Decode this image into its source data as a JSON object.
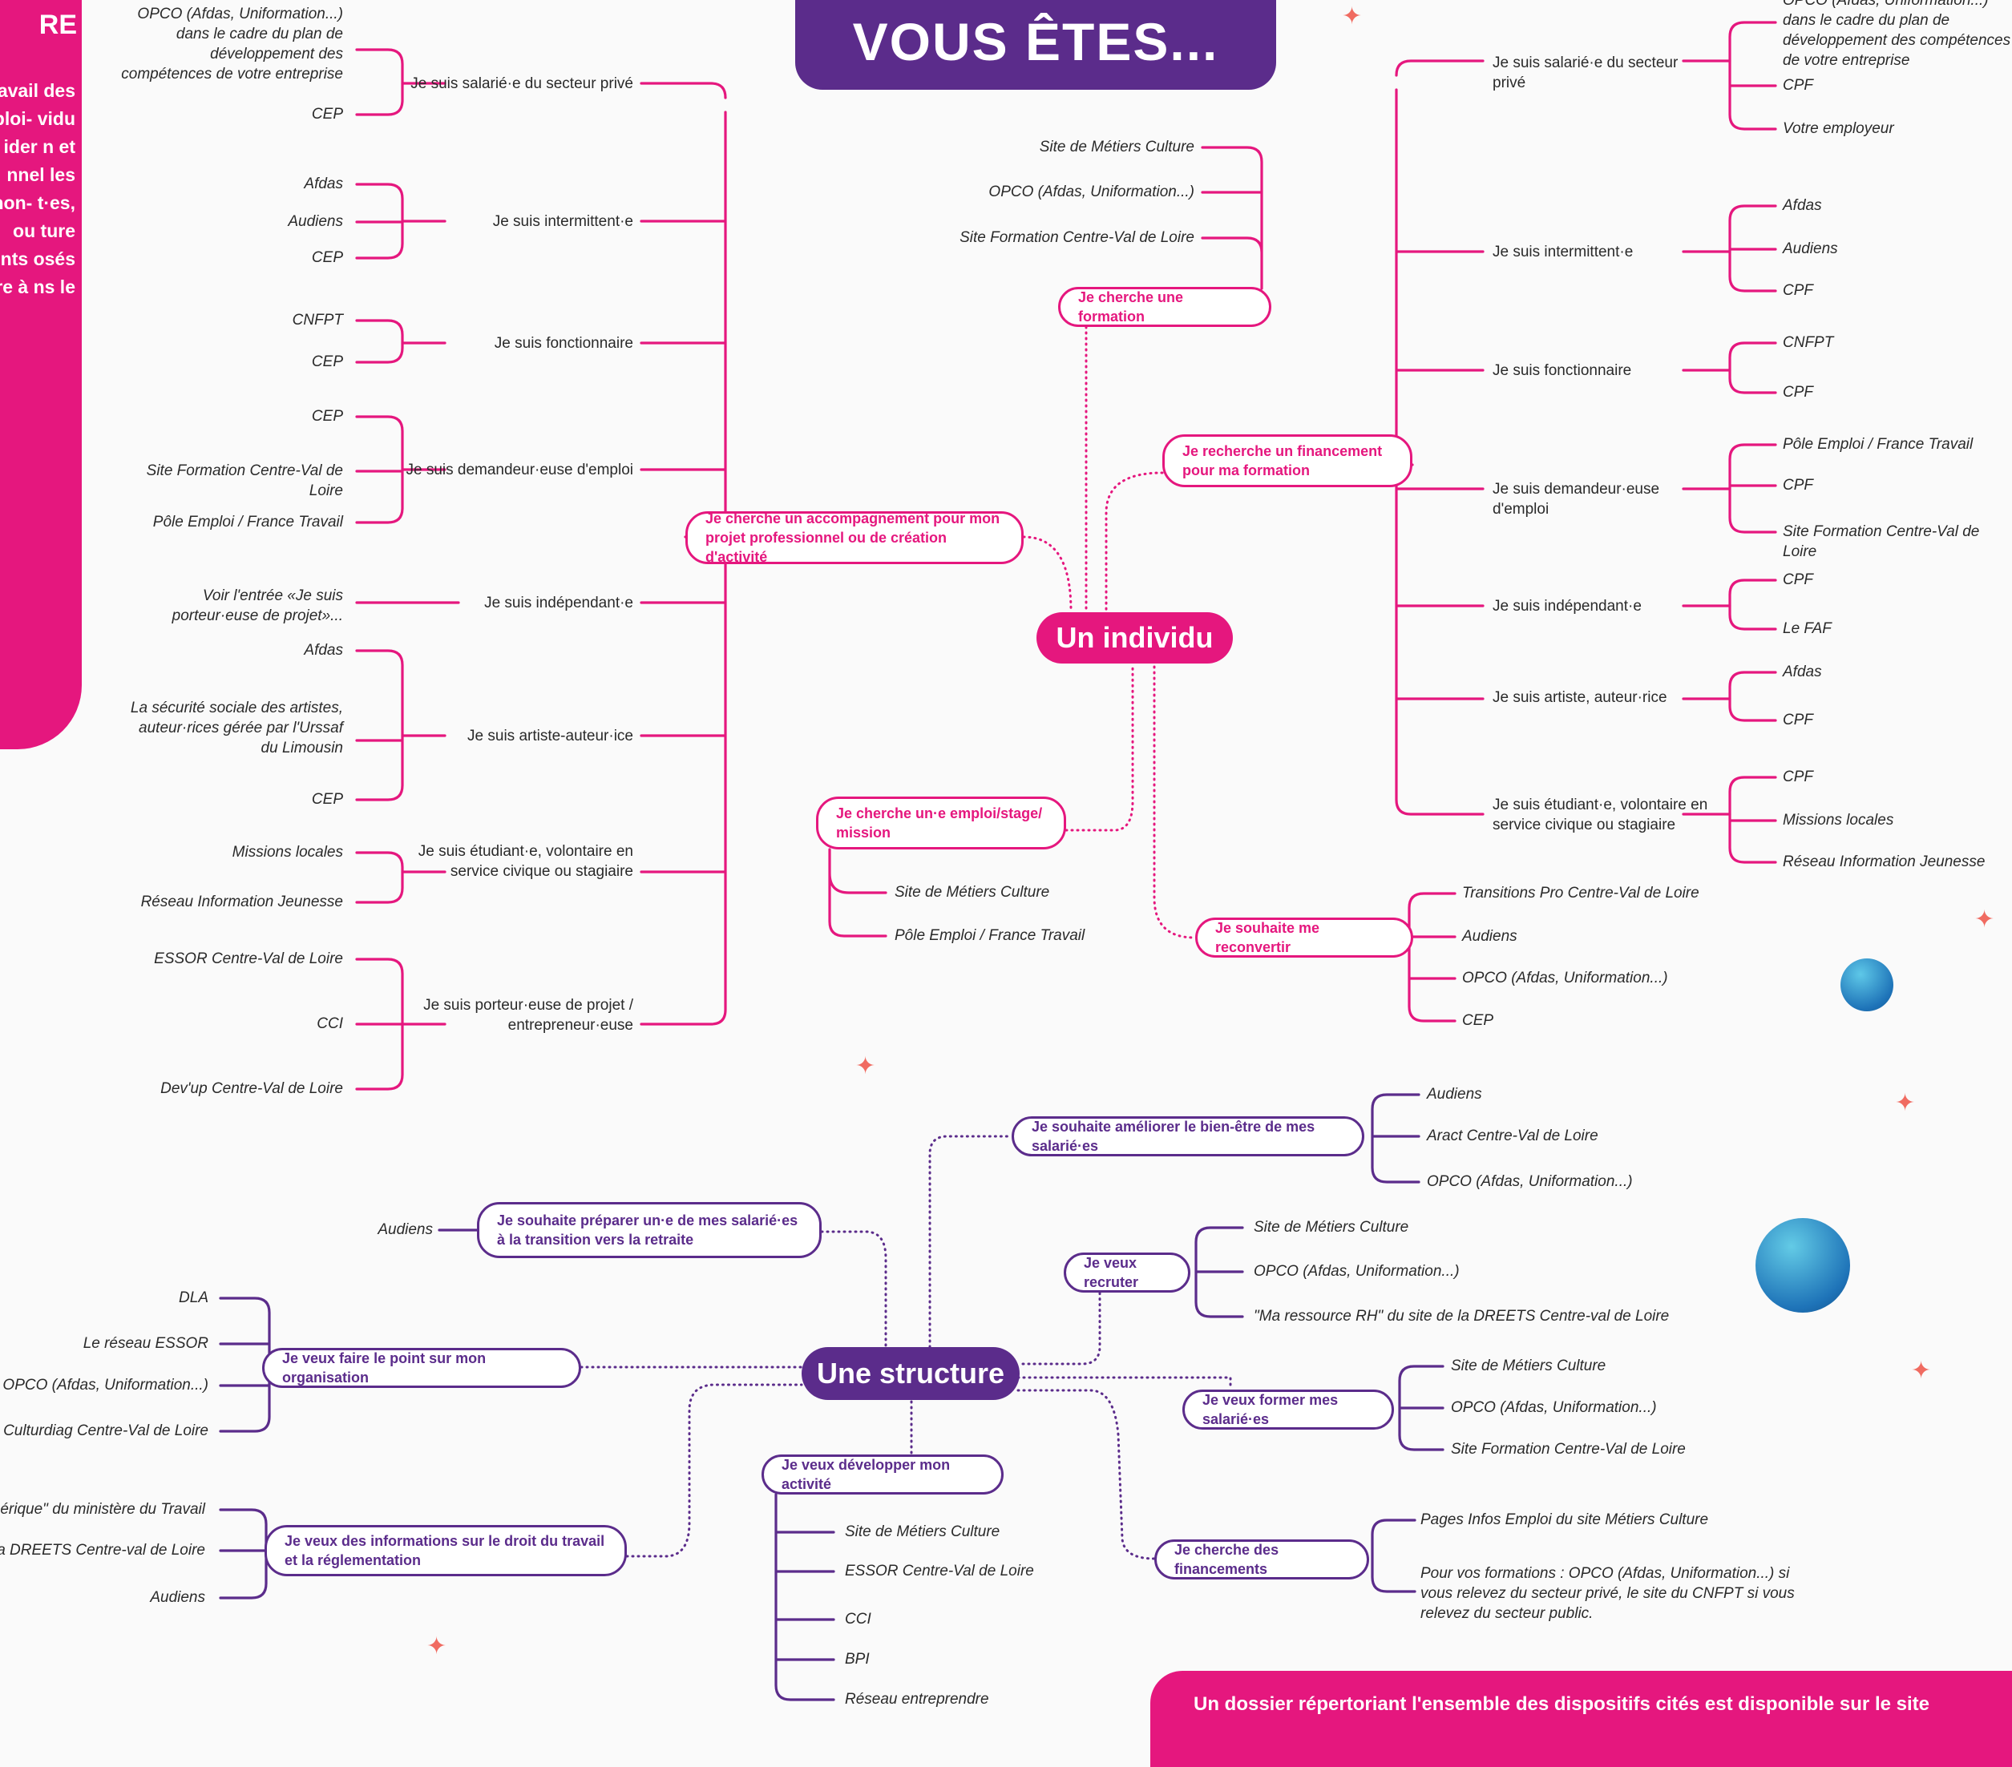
{
  "title": "VOUS ÊTES...",
  "left_panel": {
    "heading": "RE",
    "body": "avail des ploi- vidu ider n et nnel les non- t·es, ou ture ents osés re à ns le"
  },
  "bottom_banner": "Un dossier répertoriant l'ensemble des dispositifs cités est disponible sur le site",
  "colors": {
    "pink": "#e5177e",
    "purple": "#5b2c8b",
    "spark": "#f06b61",
    "planet": "#1e73b8"
  },
  "individu": {
    "hub": "Un individu",
    "formation": {
      "label": "Je cherche une formation",
      "items": [
        "Site de Métiers Culture",
        "OPCO (Afdas, Uniformation...)",
        "Site Formation Centre-Val de Loire"
      ]
    },
    "accompagnement": {
      "label": "Je cherche un accompagnement pour mon projet professionnel ou de création d'activité",
      "branches": [
        {
          "label": "Je suis salarié·e du secteur privé",
          "items": [
            "OPCO (Afdas, Uniformation...) dans le cadre du plan de développement des compétences de votre entreprise",
            "CEP"
          ]
        },
        {
          "label": "Je suis  intermittent·e",
          "items": [
            "Afdas",
            "Audiens",
            "CEP"
          ]
        },
        {
          "label": "Je suis fonctionnaire",
          "items": [
            "CNFPT",
            "CEP"
          ]
        },
        {
          "label": "Je suis demandeur·euse d'emploi",
          "items": [
            "CEP",
            "Site Formation Centre-Val de Loire",
            "Pôle Emploi / France Travail"
          ]
        },
        {
          "label": "Je suis  indépendant·e",
          "items": [
            "Voir l'entrée «Je suis porteur·euse de projet»..."
          ]
        },
        {
          "label": "Je suis artiste-auteur·ice",
          "items": [
            "Afdas",
            "La sécurité sociale des artistes, auteur·rices gérée par l'Urssaf du Limousin",
            "CEP"
          ]
        },
        {
          "label": "Je suis étudiant·e, volontaire en service civique ou stagiaire",
          "items": [
            "Missions locales",
            "Réseau Information Jeunesse"
          ]
        },
        {
          "label": "Je suis porteur·euse de projet / entrepreneur·euse",
          "items": [
            "ESSOR Centre-Val de Loire",
            "CCI",
            "Dev'up Centre-Val de Loire"
          ]
        }
      ]
    },
    "financement": {
      "label": "Je recherche un financement pour ma formation",
      "branches": [
        {
          "label": "Je suis salarié·e du secteur privé",
          "items": [
            "OPCO (Afdas, Uniformation...) dans le cadre du plan de développement des compétences de votre entreprise",
            "CPF",
            "Votre employeur"
          ]
        },
        {
          "label": "Je suis  intermittent·e",
          "items": [
            "Afdas",
            "Audiens",
            "CPF"
          ]
        },
        {
          "label": "Je suis fonctionnaire",
          "items": [
            "CNFPT",
            "CPF"
          ]
        },
        {
          "label": "Je suis demandeur·euse d'emploi",
          "items": [
            "Pôle Emploi / France Travail",
            "CPF",
            "Site Formation Centre-Val de Loire"
          ]
        },
        {
          "label": "Je suis indépendant·e",
          "items": [
            "CPF",
            "Le FAF"
          ]
        },
        {
          "label": "Je suis artiste, auteur·rice",
          "items": [
            "Afdas",
            "CPF"
          ]
        },
        {
          "label": "Je suis étudiant·e, volontaire en service civique ou stagiaire",
          "items": [
            "CPF",
            "Missions locales",
            "Réseau Information Jeunesse"
          ]
        }
      ]
    },
    "emploi": {
      "label": "Je cherche un·e emploi/stage/ mission",
      "items": [
        "Site de Métiers Culture",
        "Pôle Emploi / France Travail"
      ]
    },
    "reconvertir": {
      "label": "Je souhaite me reconvertir",
      "items": [
        "Transitions Pro Centre-Val de Loire",
        "Audiens",
        "OPCO (Afdas, Uniformation...)",
        "CEP"
      ]
    }
  },
  "structure": {
    "hub": "Une structure",
    "bien_etre": {
      "label": "Je souhaite améliorer le bien-être de mes salarié·es",
      "items": [
        "Audiens",
        "Aract Centre-Val de Loire",
        "OPCO (Afdas, Uniformation...)"
      ]
    },
    "retraite": {
      "label": "Je souhaite préparer un·e de mes salarié·es à la transition vers la retraite",
      "items": [
        "Audiens"
      ]
    },
    "recruter": {
      "label": "Je veux recruter",
      "items": [
        "Site de Métiers Culture",
        "OPCO (Afdas, Uniformation...)",
        "\"Ma ressource RH\" du site de la DREETS Centre-val de Loire"
      ]
    },
    "organisation": {
      "label": "Je veux faire le point sur mon organisation",
      "items": [
        "DLA",
        "Le réseau ESSOR",
        "OPCO (Afdas, Uniformation...)",
        "Culturdiag Centre-Val de Loire"
      ]
    },
    "former": {
      "label": "Je veux former mes salarié·es",
      "items": [
        "Site de Métiers Culture",
        "OPCO (Afdas, Uniformation...)",
        "Site Formation Centre-Val de Loire"
      ]
    },
    "droit": {
      "label": "Je veux des informations sur le droit du travail et la réglementation",
      "items": [
        "numérique\" du ministère du Travail",
        "le la DREETS Centre-val de Loire",
        "Audiens"
      ]
    },
    "developper": {
      "label": "Je veux développer mon activité",
      "items": [
        "Site de Métiers Culture",
        "ESSOR Centre-Val de Loire",
        "CCI",
        "BPI",
        "Réseau entreprendre"
      ]
    },
    "financements": {
      "label": "Je cherche des financements",
      "items": [
        "Pages Infos Emploi du site Métiers Culture",
        "Pour vos formations : OPCO (Afdas, Uniformation...) si vous relevez du secteur privé, le site du CNFPT si vous relevez du secteur public."
      ]
    }
  }
}
